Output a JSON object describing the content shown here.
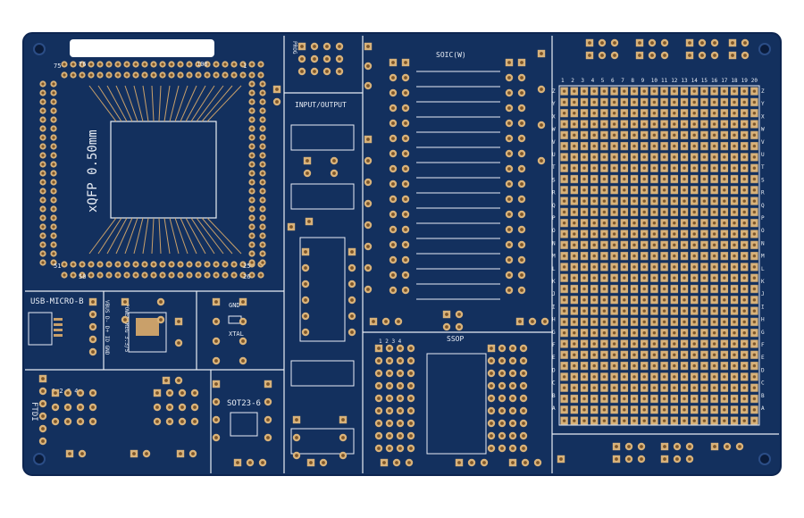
{
  "colors": {
    "board": "#13305e",
    "board_edge": "#0d2550",
    "trace": "#1d3e73",
    "pad": "#d8b27a",
    "pad_hole": "#9a6a35",
    "silk": "#e8edf5",
    "copper": "#c9a06a"
  },
  "labels": {
    "qfp_title": "xQFP 0.50mm",
    "qfp_pin_1": "1",
    "qfp_pin_25": "25",
    "qfp_pin_26": "26",
    "qfp_pin_50": "50",
    "qfp_pin_51": "51",
    "qfp_pin_75": "75",
    "qfp_pin_76": "76",
    "qfp_pin_100": "100",
    "usb": "USB-MICRO-B",
    "usb_pins": "VBUS D- D+ ID GND",
    "reg": "POWER REG 3.3/5",
    "gnd": "GND",
    "xtal": "XTAL",
    "ftdi": "FTDI",
    "ftdi_pins": "1 2 3 4",
    "sot": "SOT23-6",
    "io": "INPUT/OUTPUT",
    "prog": "PROG",
    "soic": "SOIC(W)",
    "ssop": "SSOP",
    "ssop_pins": "1 2 3 4",
    "grid_letters": "ZYXWVUTSRQPONMLKJIHGFEDCBA",
    "grid_numbers": "1 2 3 4 5 6 7 8 9 10 11 12 13 14 15 16 17 18 19 20"
  }
}
